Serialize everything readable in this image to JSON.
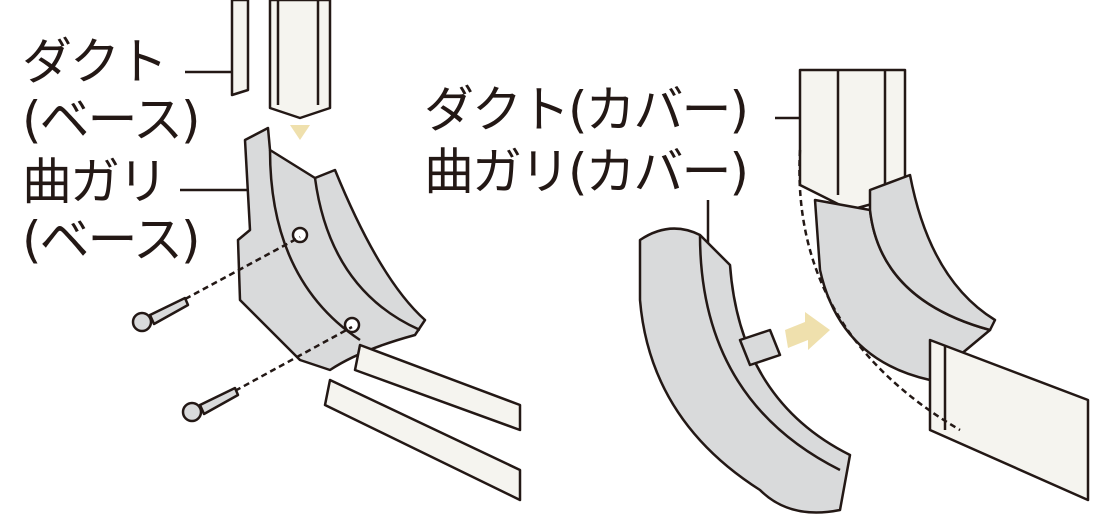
{
  "labels": {
    "duct_base": [
      "ダクト",
      "(ベース)"
    ],
    "bend_base": [
      "曲ガリ",
      "(ベース)"
    ],
    "duct_cover": "ダクト(カバー)",
    "bend_cover": "曲ガリ(カバー)"
  },
  "colors": {
    "part_gray": "#d9dadb",
    "duct_white": "#f5f4ef",
    "arrow": "#efe0ad",
    "line": "#231815"
  }
}
